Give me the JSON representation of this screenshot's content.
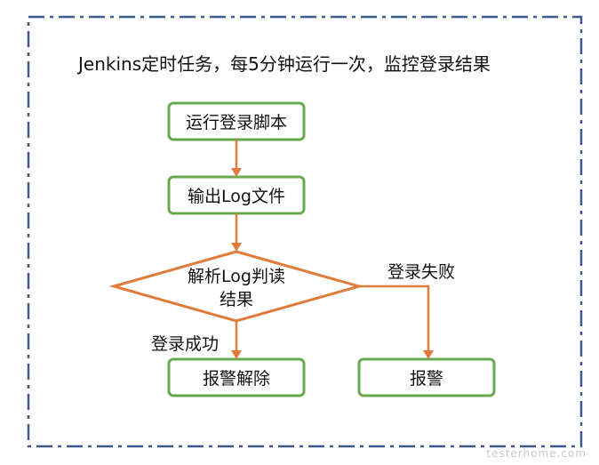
{
  "title": "Jenkins定时任务，每5分钟运行一次，监控登录结果",
  "nodes": {
    "run_script": "运行登录脚本",
    "output_log": "输出Log文件",
    "parse_log_line1": "解析Log判读",
    "parse_log_line2": "结果",
    "clear_alarm": "报警解除",
    "alarm": "报警"
  },
  "edges": {
    "login_success": "登录成功",
    "login_fail": "登录失败"
  },
  "watermark": "testerhome.com",
  "colors": {
    "frame_border": "#3d5a8a",
    "box_border": "#6aa84f",
    "arrow": "#e07b39",
    "diamond": "#e07b39"
  }
}
